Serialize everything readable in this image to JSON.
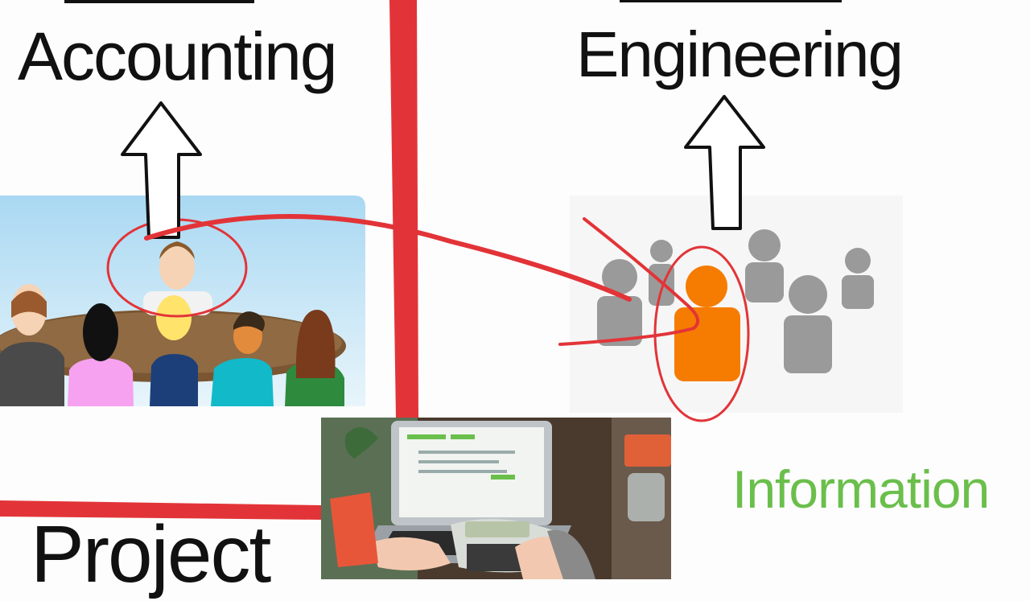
{
  "labels": {
    "accounting": "Accounting",
    "engineering": "Engineering",
    "project": "Project",
    "information": "Information"
  },
  "colors": {
    "divider": "#e23438",
    "highlight": "#f57c00",
    "info_text": "#6abf4b",
    "ink": "#111111"
  },
  "icons": [
    "arrow-up-icon",
    "meeting-illustration",
    "people-group-icon",
    "laptop-calculator-photo"
  ]
}
